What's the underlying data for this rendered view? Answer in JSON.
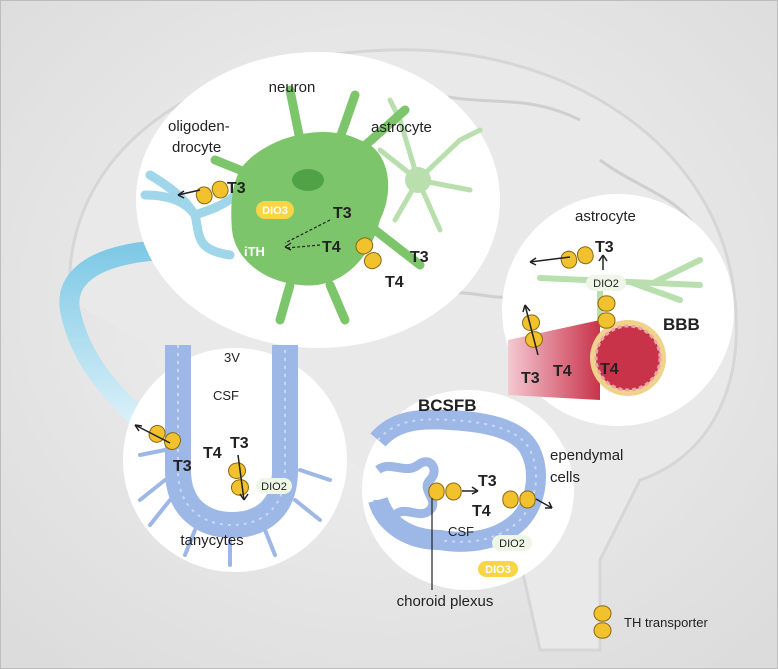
{
  "labels": {
    "neuron": "neuron",
    "oligodendrocyte_line1": "oligoden-",
    "oligodendrocyte_line2": "drocyte",
    "astrocyte_main": "astrocyte",
    "astrocyte_bbb": "astrocyte",
    "t3": "T3",
    "t4": "T4",
    "ith": "iTH",
    "dio3": "DIO3",
    "dio2": "DIO2",
    "bbb": "BBB",
    "bcsfb": "BCSFB",
    "third_ventricle": "3V",
    "csf": "CSF",
    "tanycytes": "tanycytes",
    "ependymal_line1": "ependymal",
    "ependymal_line2": "cells",
    "choroid_plexus": "choroid plexus"
  },
  "legend": {
    "transporter": "TH transporter"
  },
  "colors": {
    "transporter_fill": "#f2c12e",
    "transporter_stroke": "#8a6a10",
    "neuron_green": "#7cc56a",
    "astrocyte_green": "#b9dfae",
    "oligo_blue": "#9fd6ea",
    "vessel_red": "#c8334a",
    "epithelium_blue": "#9db7e6"
  }
}
